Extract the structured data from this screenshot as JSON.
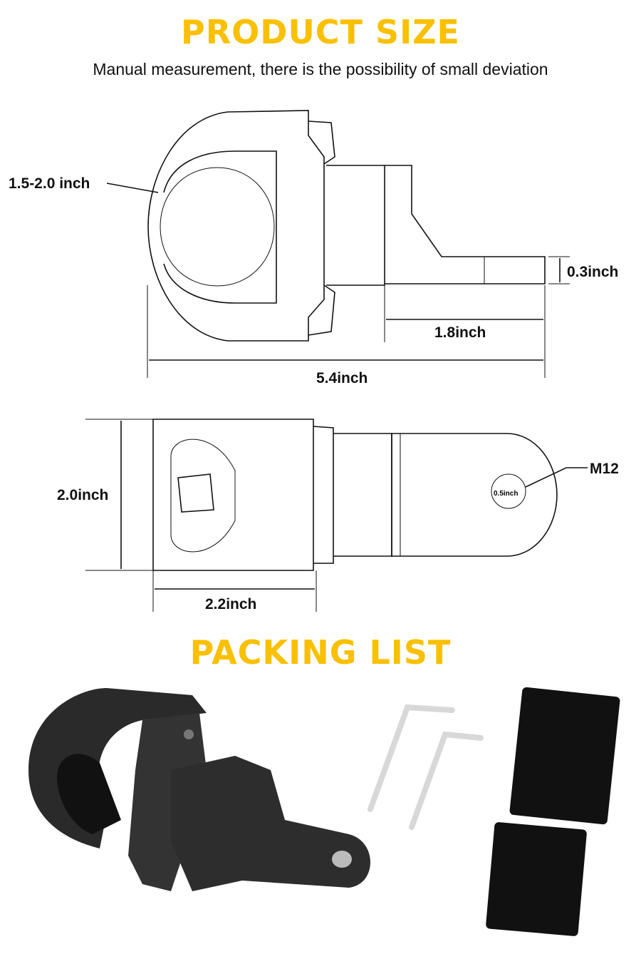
{
  "header": {
    "title": "PRODUCT SIZE",
    "subtitle": "Manual measurement, there is the possibility of small deviation",
    "accent_color": "#F9C000"
  },
  "side_view": {
    "clamp_diameter": "1.5-2.0 inch",
    "plate_thickness": "0.3inch",
    "arm_length": "1.8inch",
    "total_length": "5.4inch"
  },
  "top_view": {
    "width": "2.0inch",
    "clamp_length": "2.2inch",
    "hole_thread": "M12",
    "hole_diameter": "0.5inch"
  },
  "packing": {
    "title": "PACKING LIST",
    "items": [
      "clamp-mount",
      "hex-key-large",
      "hex-key-small",
      "adhesive-pad-1",
      "adhesive-pad-2"
    ]
  }
}
